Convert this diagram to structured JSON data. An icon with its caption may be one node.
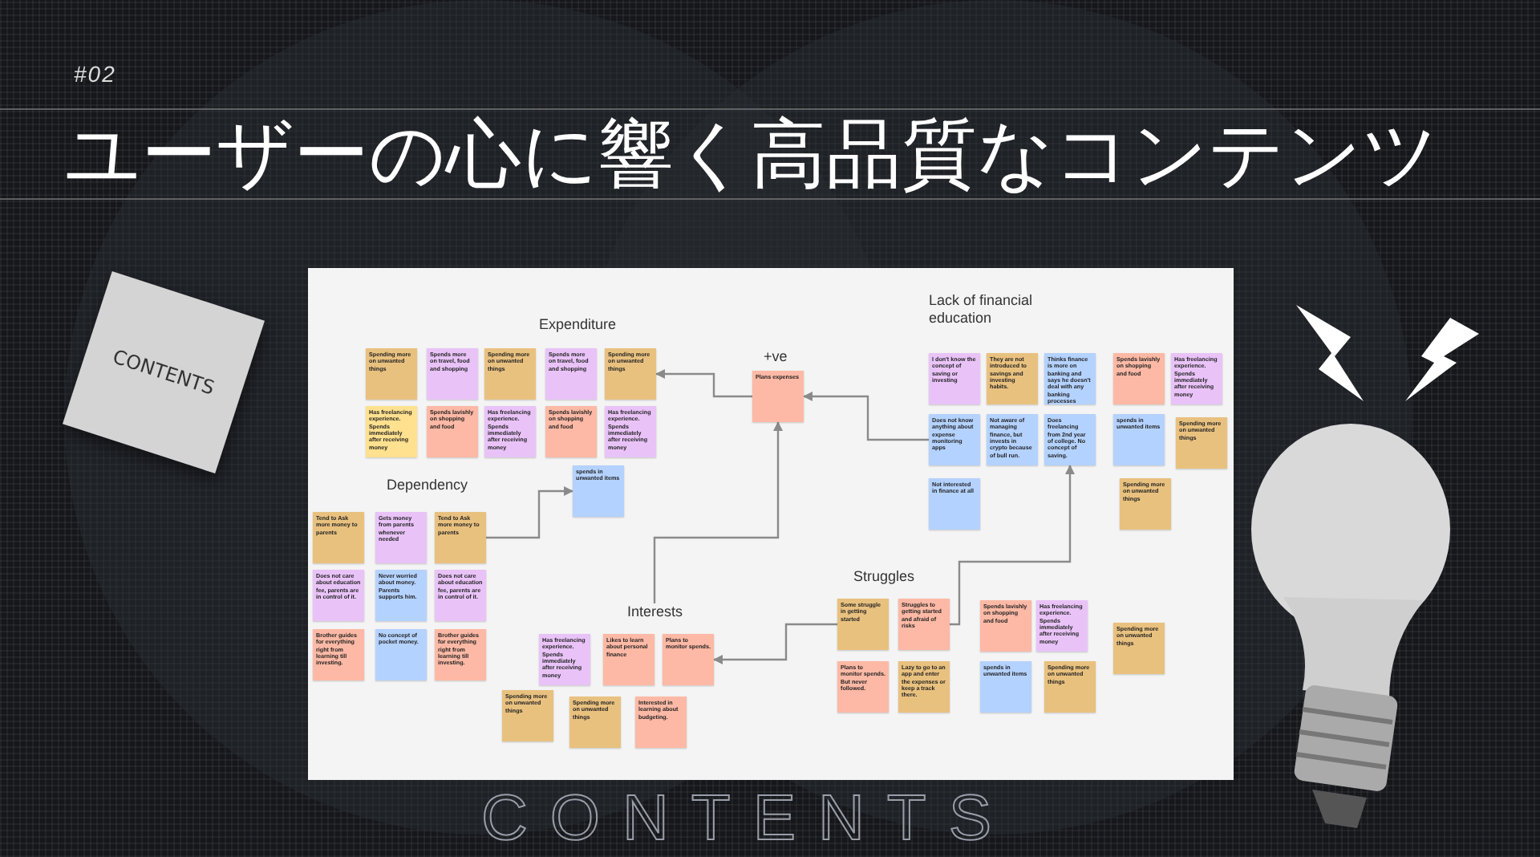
{
  "diagram": {
    "title": "ユーザーの心に響く高品質なコンテンツ",
    "nodes": [
      {
        "text": [
          "CONTENTS"
        ]
      },
      {
        "text": [
          "Spending more on unwanted things"
        ]
      },
      {
        "text": [
          "Spends more on travel, food and shopping"
        ]
      },
      {
        "text": [
          "Spending more on unwanted things"
        ]
      },
      {
        "text": [
          "Spends more on travel, food and shopping"
        ]
      },
      {
        "text": [
          "Spending more on unwanted things"
        ]
      },
      {
        "text": [
          "Has freelancing experience. Spends immediately after receiving money"
        ]
      },
      {
        "text": [
          "Spends lavishly on shopping and food"
        ]
      },
      {
        "text": [
          "Has freelancing experience. Spends immediately after receiving money"
        ]
      },
      {
        "text": [
          "Spends lavishly on shopping and food"
        ]
      },
      {
        "text": [
          "Has freelancing experience. Spends immediately after receiving money"
        ]
      },
      {
        "text": [
          "spends in unwanted items"
        ]
      },
      {
        "text": [
          "Plans expenses"
        ],
        "beside": [
          "+ve"
        ]
      },
      {
        "text": [
          "I don't know the concept of saving or investing"
        ]
      },
      {
        "text": [
          "They are not introduced to savings and investing habits."
        ]
      },
      {
        "text": [
          "Thinks finance is more on banking and says he doesn't deal with any banking processes"
        ]
      },
      {
        "text": [
          "Spends lavishly on shopping and food"
        ]
      },
      {
        "text": [
          "Has freelancing experience. Spends immediately after receiving money"
        ]
      },
      {
        "text": [
          "Does not know anything about expense monitoring apps"
        ]
      },
      {
        "text": [
          "Not aware of managing finance, but invests in crypto because of bull run."
        ]
      },
      {
        "text": [
          "Does freelancing from 2nd year of college. No concept of saving."
        ]
      },
      {
        "text": [
          "spends in unwanted items"
        ]
      },
      {
        "text": [
          "Spending more on unwanted things"
        ]
      },
      {
        "text": [
          "Not interested in finance at all"
        ]
      },
      {
        "text": [
          "Spending more on unwanted things"
        ]
      },
      {
        "text": [
          "Tend to Ask more money to parents"
        ]
      },
      {
        "text": [
          "Gets money from parents whenever needed"
        ]
      },
      {
        "text": [
          "Tend to Ask more money to parents"
        ]
      },
      {
        "text": [
          "Does not care about education fee, parents are in control of it."
        ]
      },
      {
        "text": [
          "Never worried about money. Parents supports him."
        ]
      },
      {
        "text": [
          "Does not care about education fee, parents are in control of it."
        ]
      },
      {
        "text": [
          "Brother guides for everything right from learning till investing."
        ]
      },
      {
        "text": [
          "No concept of pocket money."
        ]
      },
      {
        "text": [
          "Brother guides for everything right from learning till investing."
        ]
      },
      {
        "text": [
          "Interests"
        ]
      },
      {
        "text": [
          "Has freelancing experience. Spends immediately after receiving money"
        ]
      },
      {
        "text": [
          "Likes to learn about personal finance"
        ]
      },
      {
        "text": [
          "Plans to monitor spends."
        ]
      },
      {
        "text": [
          "Spending more on unwanted things"
        ]
      },
      {
        "text": [
          "Spending more on unwanted things"
        ]
      },
      {
        "text": [
          "Interested in learning about budgeting."
        ]
      },
      {
        "text": [
          "Some struggle in getting started"
        ]
      },
      {
        "text": [
          "Struggles to getting started and afraid of risks"
        ]
      },
      {
        "text": [
          "Spends lavishly on shopping and food"
        ]
      },
      {
        "text": [
          "Has freelancing experience. Spends immediately after receiving money"
        ]
      },
      {
        "text": [
          "Spending more on unwanted things"
        ]
      },
      {
        "text": [
          "Plans to monitor spends. But never followed."
        ]
      },
      {
        "text": [
          "Lazy to go to an app and enter the expenses or keep a track there."
        ]
      },
      {
        "text": [
          "spends in unwanted items"
        ]
      },
      {
        "text": [
          "Spending more on unwanted things"
        ]
      }
    ],
    "edges": [
      {
        "from": 12,
        "to": 5,
        "arrow": "to"
      },
      {
        "from": 18,
        "to": 12,
        "arrow": "to"
      },
      {
        "from": 27,
        "to": 11,
        "arrow": "to"
      },
      {
        "from": 34,
        "to": 12,
        "arrow": "to"
      },
      {
        "from": 42,
        "to": 20,
        "arrow": "to"
      },
      {
        "from": 41,
        "to": 37,
        "arrow": "to"
      }
    ],
    "labels": [
      "#02",
      "Expenditure",
      "Lack of financial education",
      "Dependency",
      "Struggles",
      "CONTENTS"
    ]
  }
}
